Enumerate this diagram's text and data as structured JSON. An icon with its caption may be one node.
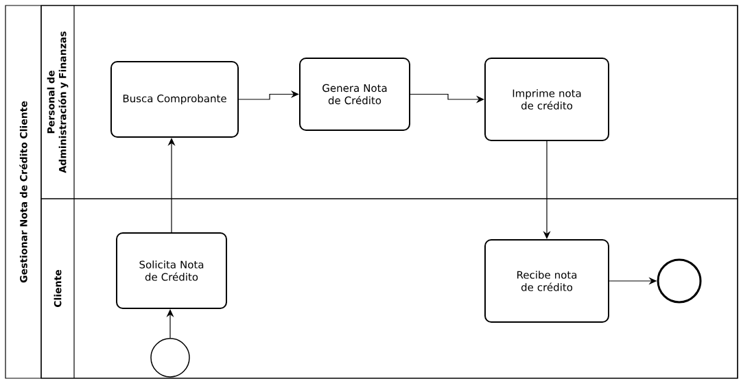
{
  "diagram": {
    "nodes": [
      {
        "text": [
          "Gestionar Nota de Crédito Cliente"
        ]
      },
      {
        "text": [
          "Personal de Administración y Finanzas"
        ],
        "in": 0
      },
      {
        "text": [
          "Cliente"
        ],
        "in": 0
      },
      {
        "text": [
          "Busca Comprobante"
        ],
        "in": 1
      },
      {
        "text": [
          "Genera Nota de Crédito"
        ],
        "in": 1
      },
      {
        "text": [
          "Imprime nota de crédito"
        ],
        "in": 1
      },
      {
        "text": [
          "Solicita Nota de Crédito"
        ],
        "in": 2
      },
      {
        "text": [
          "Recibe nota de crédito"
        ],
        "in": 2
      },
      {
        "text": [],
        "shape": "circle",
        "in": 2
      },
      {
        "text": [],
        "shape": "circle",
        "in": 2
      }
    ],
    "edges": [
      {
        "from": 8,
        "to": 6,
        "arrow": "to"
      },
      {
        "from": 6,
        "to": 3,
        "arrow": "to"
      },
      {
        "from": 3,
        "to": 4,
        "arrow": "to"
      },
      {
        "from": 4,
        "to": 5,
        "arrow": "to"
      },
      {
        "from": 5,
        "to": 7,
        "arrow": "to"
      },
      {
        "from": 7,
        "to": 9,
        "arrow": "to"
      }
    ]
  }
}
